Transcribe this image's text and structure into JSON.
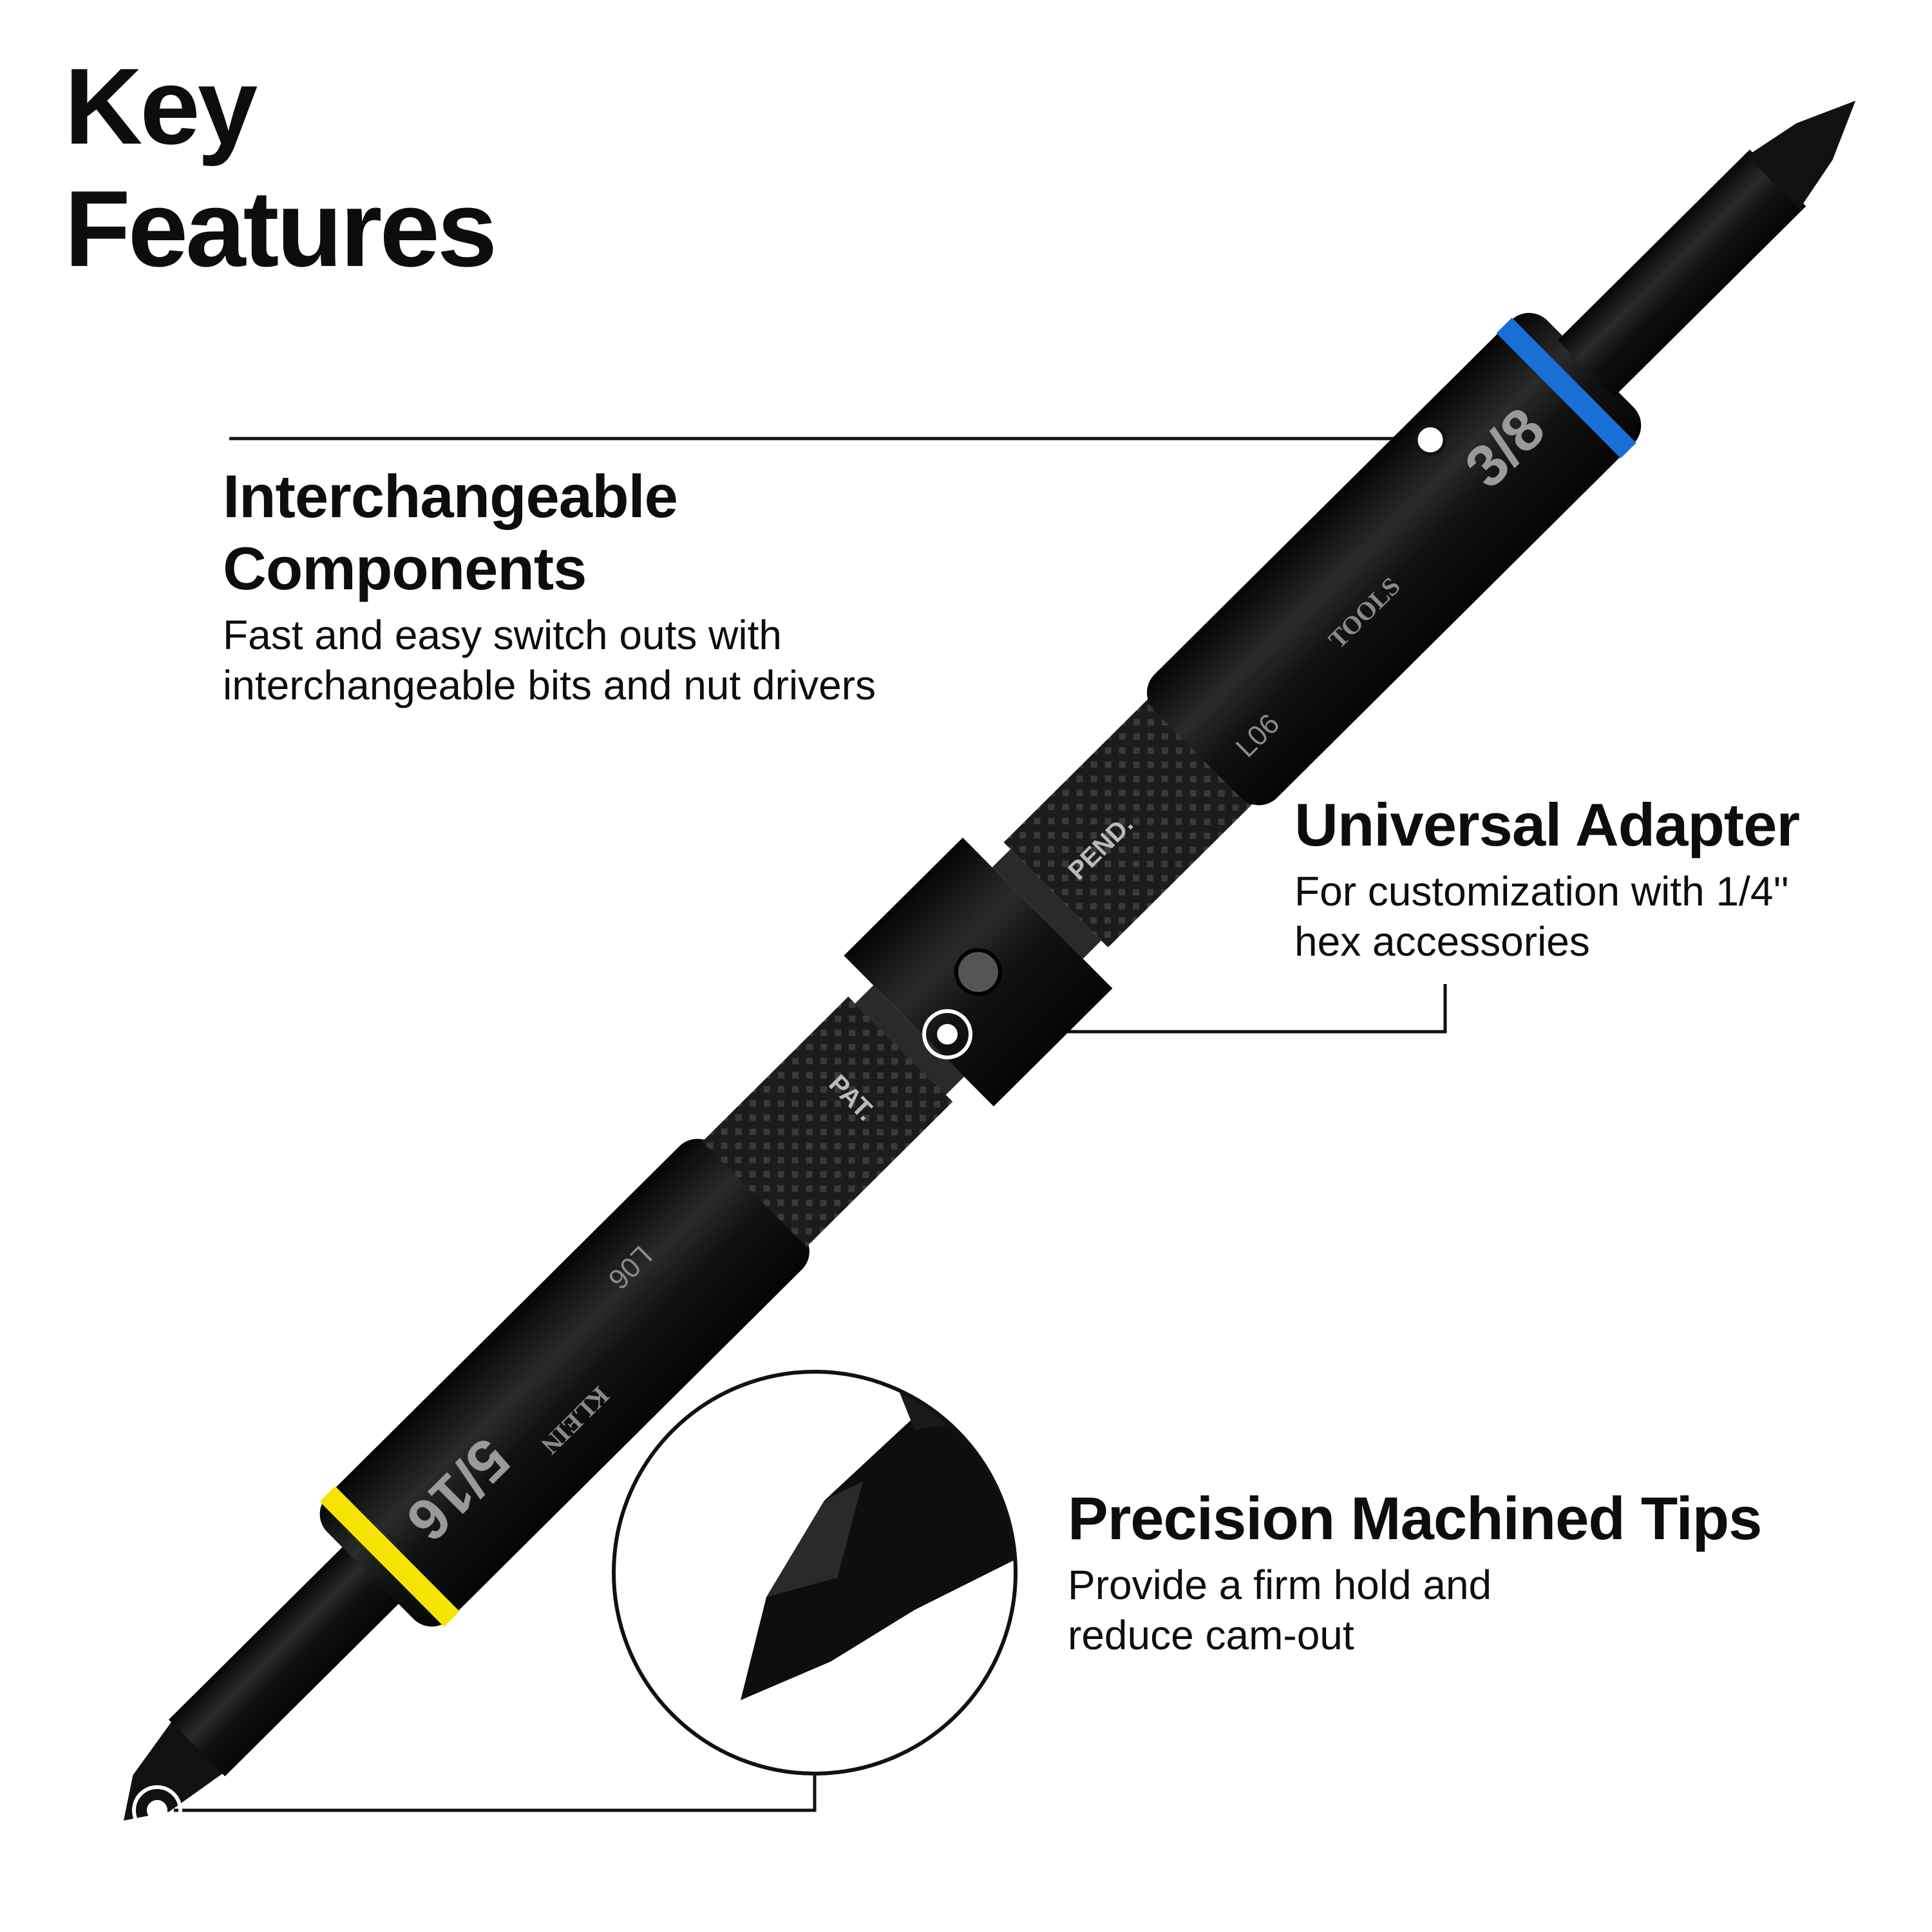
{
  "title": {
    "line1": "Key",
    "line2": "Features"
  },
  "features": [
    {
      "heading_line1": "Interchangeable",
      "heading_line2": "Components",
      "desc_line1": "Fast and easy switch outs with",
      "desc_line2": "interchangeable bits and nut drivers"
    },
    {
      "heading": "Universal Adapter",
      "desc_line1": "For customization with 1/4''",
      "desc_line2": "hex accessories"
    },
    {
      "heading": "Precision Machined Tips",
      "desc_line1": "Provide a firm hold and",
      "desc_line2": "reduce cam-out"
    }
  ],
  "product_marks": {
    "size_top": "3/8",
    "size_bottom": "5/16",
    "brand_line1": "KLEIN",
    "brand_line2": "TOOLS",
    "code": "L06",
    "patent_line1": "PAT.",
    "patent_line2": "PEND."
  },
  "colors": {
    "ring_top": "#1a6fd6",
    "ring_bottom": "#f5e400",
    "tool": "#141414",
    "text": "#0d0d0d"
  }
}
